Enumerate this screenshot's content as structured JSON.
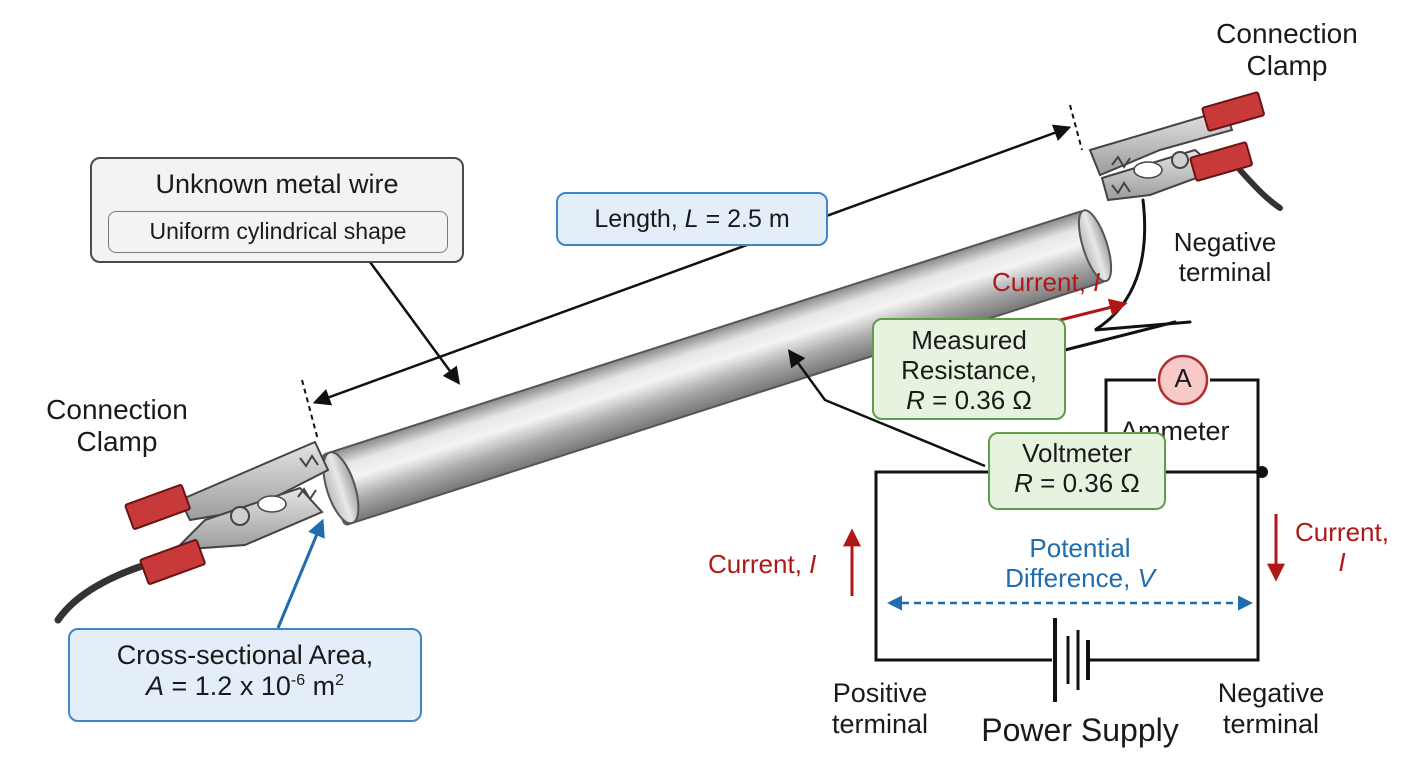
{
  "wire": {
    "title": "Unknown metal wire",
    "subtitle": "Uniform cylindrical shape"
  },
  "length": {
    "prefix": "Length, ",
    "symbol": "L",
    "value": " = 2.5 m"
  },
  "area": {
    "line1": "Cross-sectional Area,",
    "symbol": "A",
    "value_prefix": " = 1.2 x 10",
    "exponent": "-6",
    "unit": " m",
    "unit_exp": "2"
  },
  "clamps": {
    "left": [
      "Connection",
      "Clamp"
    ],
    "right": [
      "Connection",
      "Clamp"
    ]
  },
  "terminals": {
    "top_negative": [
      "Negative",
      "terminal"
    ],
    "bottom_positive": [
      "Positive",
      "terminal"
    ],
    "bottom_negative": [
      "Negative",
      "terminal"
    ]
  },
  "current": {
    "prefix": "Current, ",
    "symbol": "I",
    "right_line1": "Current,"
  },
  "measured": {
    "line1": "Measured",
    "line2": "Resistance,",
    "symbol": "R",
    "value": " = 0.36 Ω"
  },
  "voltmeter": {
    "title": "Voltmeter",
    "symbol": "R",
    "value": " = 0.36 Ω"
  },
  "ammeter": {
    "symbol": "A",
    "label": "Ammeter"
  },
  "potential": {
    "line1": "Potential",
    "line2_prefix": "Difference, ",
    "symbol": "V"
  },
  "power_supply": "Power Supply",
  "colors": {
    "clamp_red": "#c83a3a",
    "current_red": "#b01818",
    "potential_blue": "#1f6db0",
    "label_blue_fill": "#e3eef9",
    "label_green_fill": "#e6f3de",
    "wire_gray": "#b4b4b4"
  }
}
